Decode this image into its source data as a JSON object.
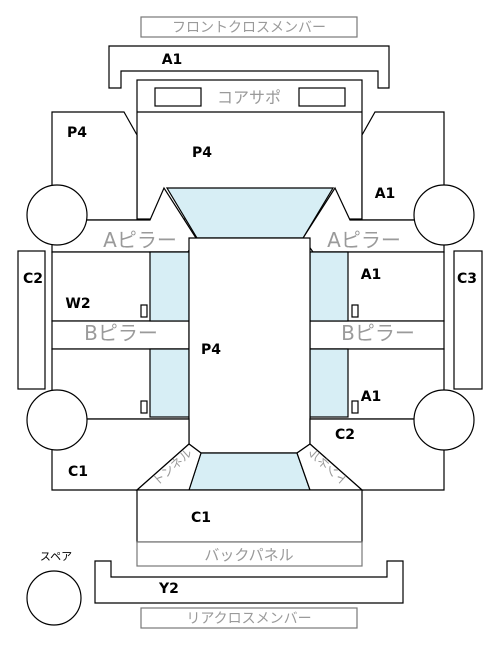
{
  "labels": {
    "front_cross_member": "フロントクロスメンバー",
    "rear_cross_member": "リアクロスメンバー",
    "core_support": "コアサポ",
    "a_pillar": "Aピラー",
    "b_pillar": "Bピラー",
    "back_panel": "バックパネル",
    "spare": "スペア",
    "tunnel": "トンネル"
  },
  "panel_codes": {
    "front_member": "A1",
    "rear_member": "Y2",
    "front_left": "P4",
    "front_center": "P4",
    "front_right": "A1",
    "center": "P4",
    "left_door_upper": "W2",
    "right_door_upper": "A1",
    "right_door_lower": "A1",
    "left_side": "C2",
    "right_side": "C3",
    "rear_left": "C1",
    "rear_right": "C2",
    "trunk": "C1"
  },
  "colors": {
    "highlight": "#d7eef5",
    "outline": "#000000",
    "label_gray": "#9a9a9a"
  }
}
